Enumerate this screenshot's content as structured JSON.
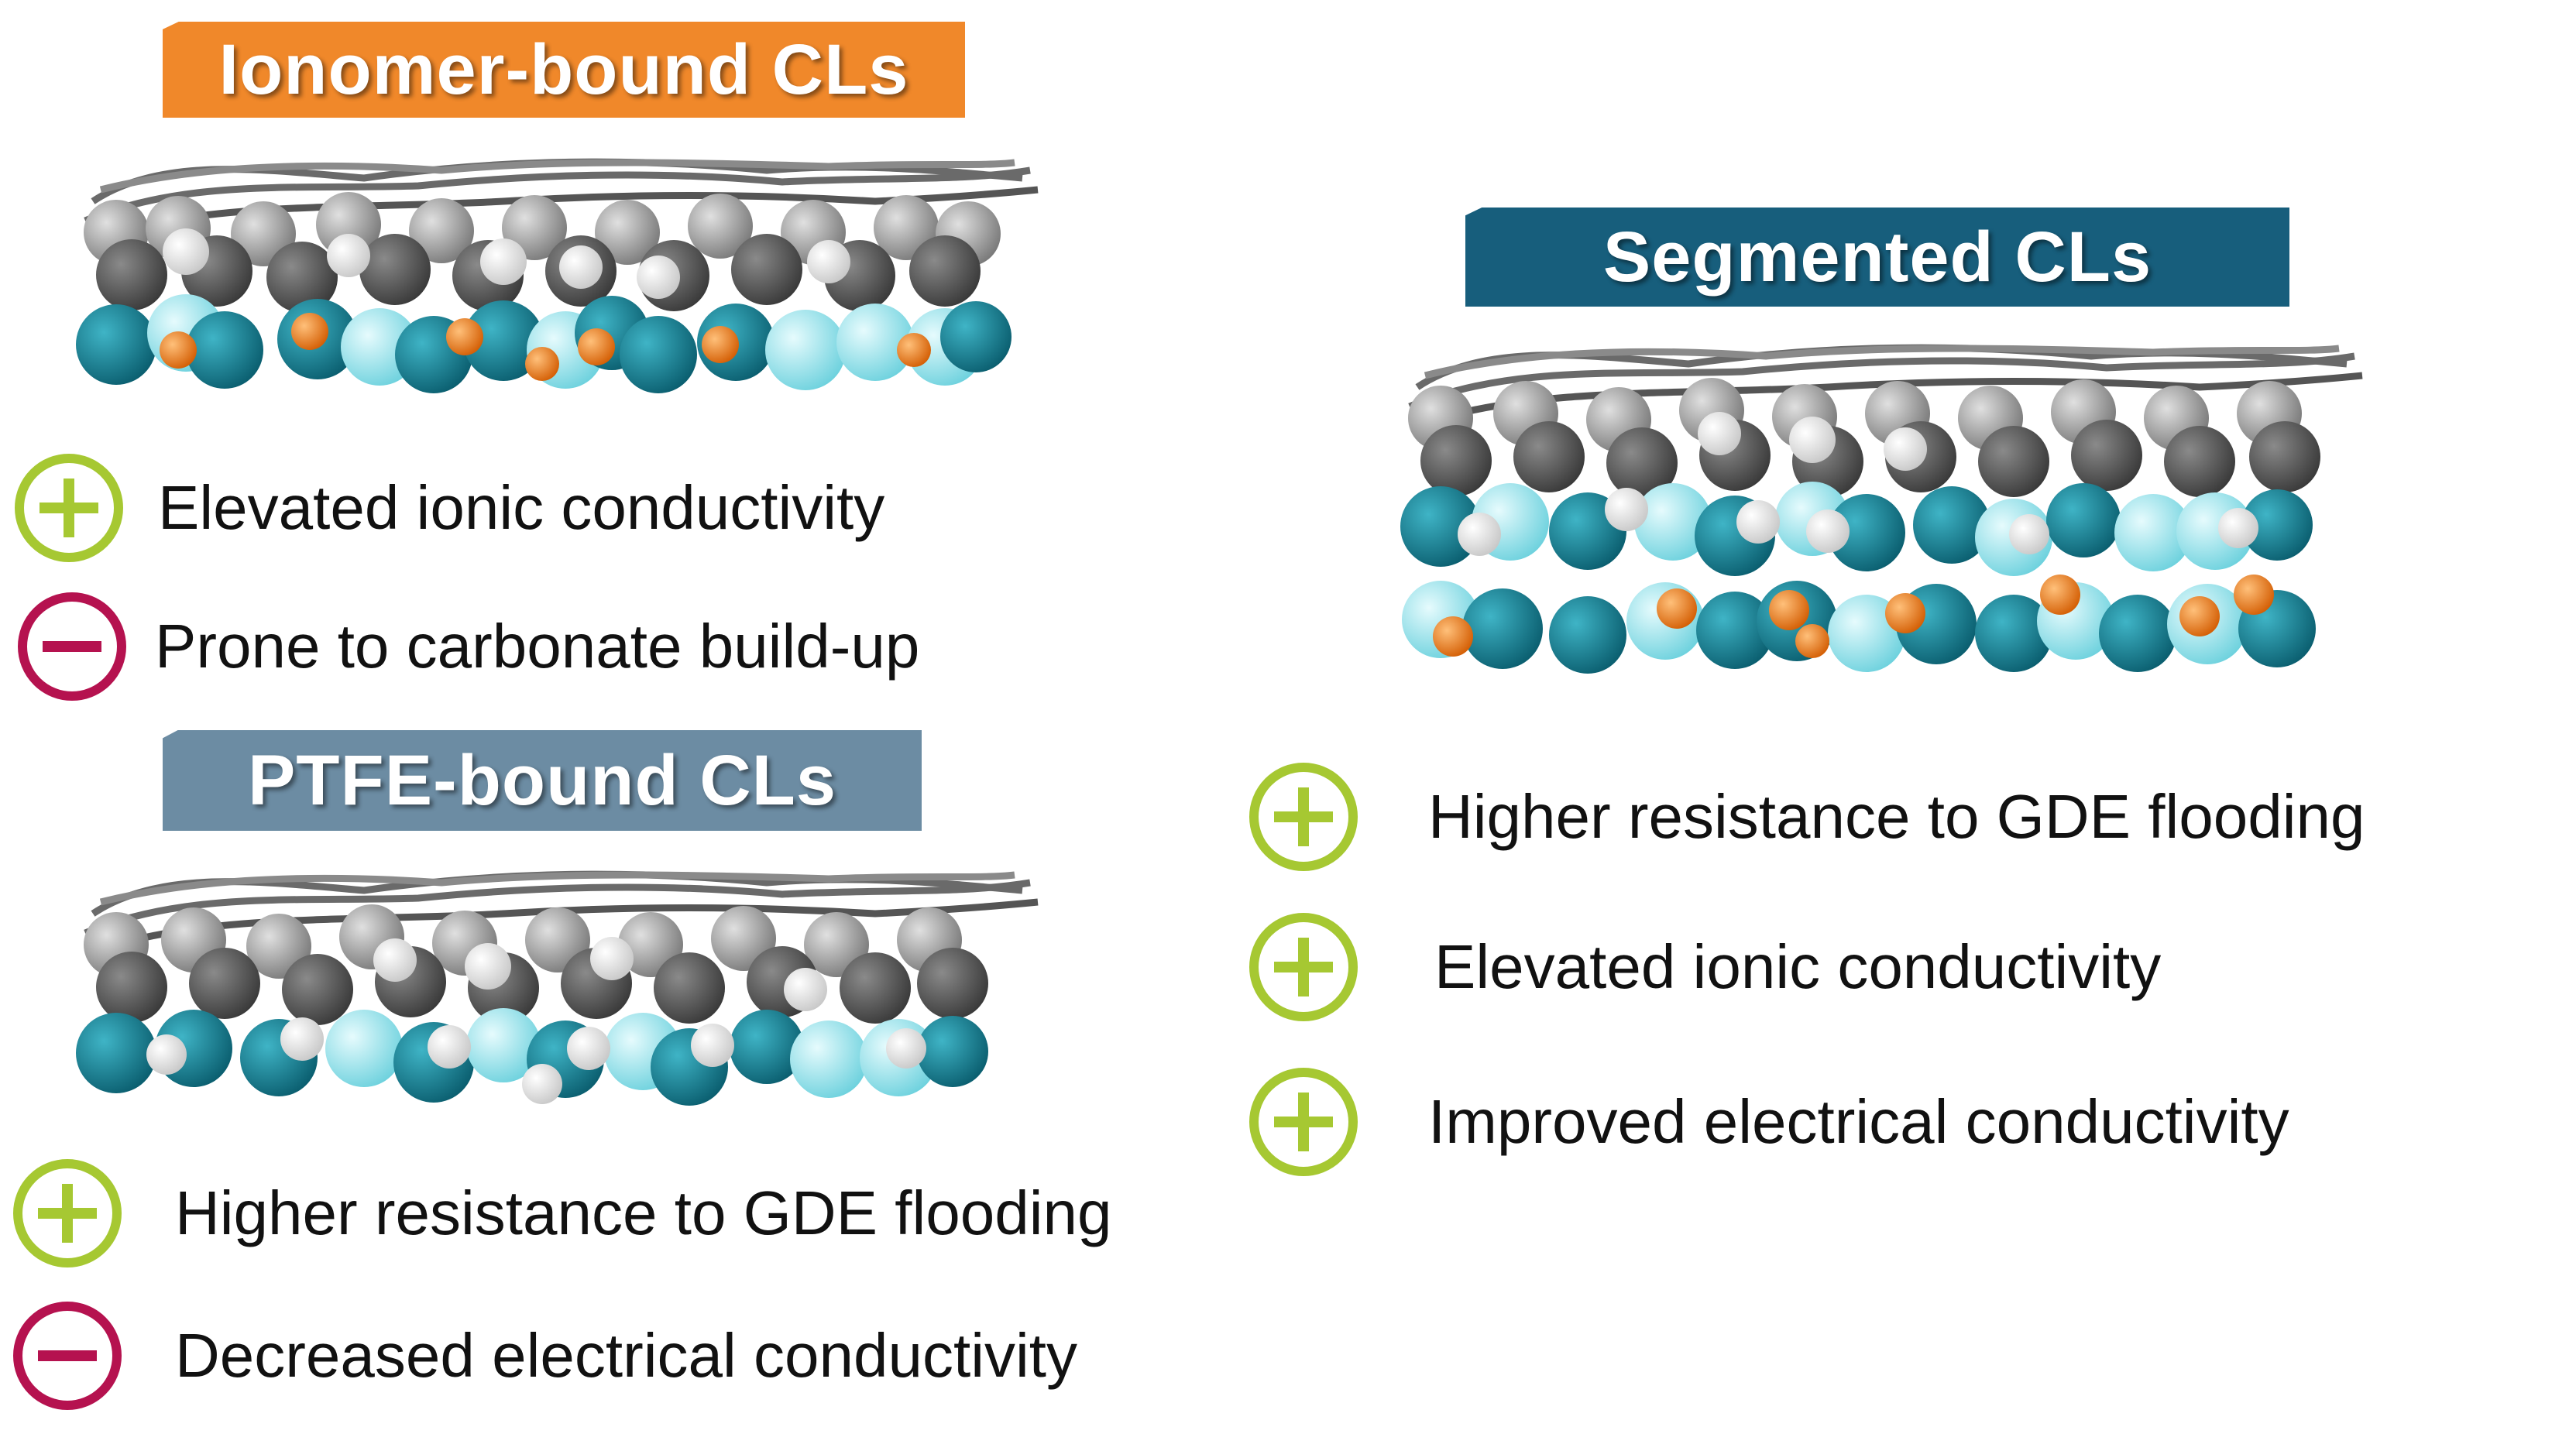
{
  "colors": {
    "ionomer_banner": "#f0882a",
    "ptfe_banner": "#6c8ca3",
    "segmented_banner": "#175e7c",
    "plus": "#a6c832",
    "minus": "#b5124f",
    "carbon_dark": "#4f4f4f",
    "carbon_light": "#9a9a9a",
    "white_atom": "#f4f4f4",
    "teal_atom": "#137f93",
    "cyan_atom": "#9be7ef",
    "orange_atom": "#ee7a18"
  },
  "panels": {
    "ionomer": {
      "title": "Ionomer-bound CLs",
      "pros_cons": [
        {
          "sign": "plus",
          "text": "Elevated ionic conductivity"
        },
        {
          "sign": "minus",
          "text": "Prone to carbonate build-up"
        }
      ]
    },
    "ptfe": {
      "title": "PTFE-bound CLs",
      "pros_cons": [
        {
          "sign": "plus",
          "text": "Higher resistance to GDE flooding"
        },
        {
          "sign": "minus",
          "text": "Decreased electrical conductivity"
        }
      ]
    },
    "segmented": {
      "title": "Segmented CLs",
      "pros_cons": [
        {
          "sign": "plus",
          "text": "Higher resistance to GDE flooding"
        },
        {
          "sign": "plus",
          "text": "Elevated ionic conductivity"
        },
        {
          "sign": "plus",
          "text": "Improved electrical conductivity"
        }
      ]
    }
  }
}
